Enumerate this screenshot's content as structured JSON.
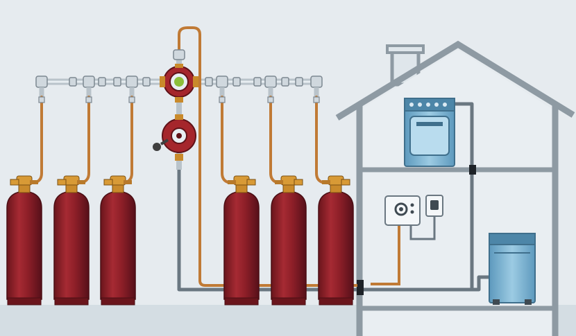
{
  "scene": {
    "description_visible_text": "",
    "cylinder_count": 6,
    "appliances": [
      "gas-stove",
      "wall-boiler",
      "floor-boiler"
    ],
    "colors": {
      "background": "#e6ebef",
      "ground": "#cfd8de",
      "cylinder": "#8e1f28",
      "cylinder_shade": "#5f1218",
      "brass": "#c98a2b",
      "copper_pipe": "#c07a35",
      "steel_pipe": "#b9c3ca",
      "regulator": "#a5262c",
      "house_wall": "#e9eef2",
      "house_line": "#8e9aa3",
      "appliance_blue": "#7fb6d6",
      "dark_pipe": "#6a7781"
    }
  }
}
